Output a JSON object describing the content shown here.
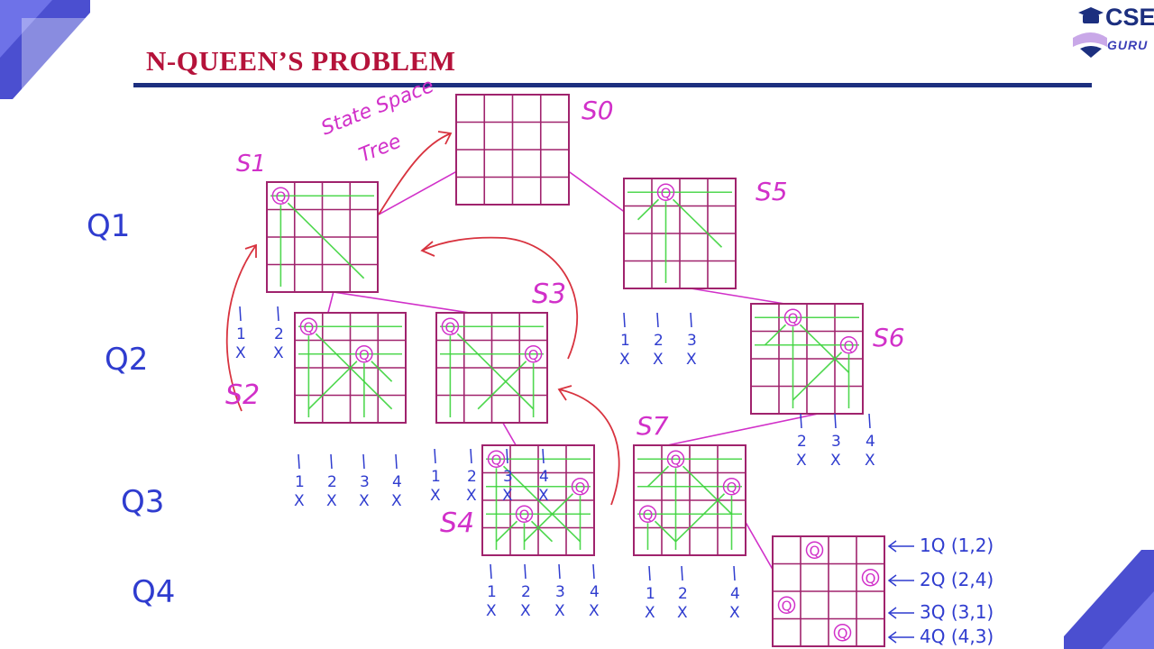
{
  "header": {
    "title": "N-QUEEN’S PROBLEM",
    "logo_main": "CSE",
    "logo_sub": "GURU",
    "accent_color": "#b5123a",
    "rule_color": "#1c2f7f"
  },
  "annotations": {
    "state_space": "State Space",
    "tree": "Tree"
  },
  "levels": [
    {
      "label": "Q1"
    },
    {
      "label": "Q2"
    },
    {
      "label": "Q3"
    },
    {
      "label": "Q4"
    }
  ],
  "states": [
    {
      "id": "s0",
      "label": "S0",
      "queens": []
    },
    {
      "id": "s1",
      "label": "S1",
      "queens": [
        [
          0,
          0
        ]
      ]
    },
    {
      "id": "s2",
      "label": "S2",
      "queens": [
        [
          0,
          0
        ],
        [
          1,
          2
        ]
      ]
    },
    {
      "id": "s3",
      "label": "S3",
      "queens": [
        [
          0,
          0
        ],
        [
          1,
          3
        ]
      ]
    },
    {
      "id": "s4",
      "label": "S4",
      "queens": [
        [
          0,
          0
        ],
        [
          1,
          3
        ],
        [
          2,
          1
        ]
      ]
    },
    {
      "id": "s5",
      "label": "S5",
      "queens": [
        [
          0,
          1
        ]
      ]
    },
    {
      "id": "s6",
      "label": "S6",
      "queens": [
        [
          0,
          1
        ],
        [
          1,
          3
        ]
      ]
    },
    {
      "id": "s7",
      "label": "S7",
      "queens": [
        [
          0,
          1
        ],
        [
          1,
          3
        ],
        [
          2,
          0
        ]
      ]
    },
    {
      "id": "sol",
      "label": "",
      "queens": [
        [
          0,
          1
        ],
        [
          1,
          3
        ],
        [
          2,
          0
        ],
        [
          3,
          2
        ]
      ]
    }
  ],
  "queen_symbol": "Q",
  "branch_marks": {
    "s1": [
      "1",
      "2"
    ],
    "s2": [
      "1",
      "2",
      "3",
      "4"
    ],
    "s3": [
      "1",
      "2",
      "3",
      "4"
    ],
    "s4": [
      "1",
      "2",
      "3",
      "4"
    ],
    "s5": [
      "1",
      "2",
      "3"
    ],
    "s6": [
      "2",
      "3",
      "4"
    ],
    "s7": [
      "1",
      "2",
      "4"
    ],
    "cross": "X"
  },
  "solution": [
    {
      "label": "1Q",
      "pos": "(1,2)"
    },
    {
      "label": "2Q",
      "pos": "(2,4)"
    },
    {
      "label": "3Q",
      "pos": "(3,1)"
    },
    {
      "label": "4Q",
      "pos": "(4,3)"
    }
  ],
  "colors": {
    "grid": "#a0236d",
    "ink_blue": "#2f3ccf",
    "ink_red": "#d8333f",
    "ink_green": "#3ed43e",
    "ink_magenta": "#d130c9"
  }
}
